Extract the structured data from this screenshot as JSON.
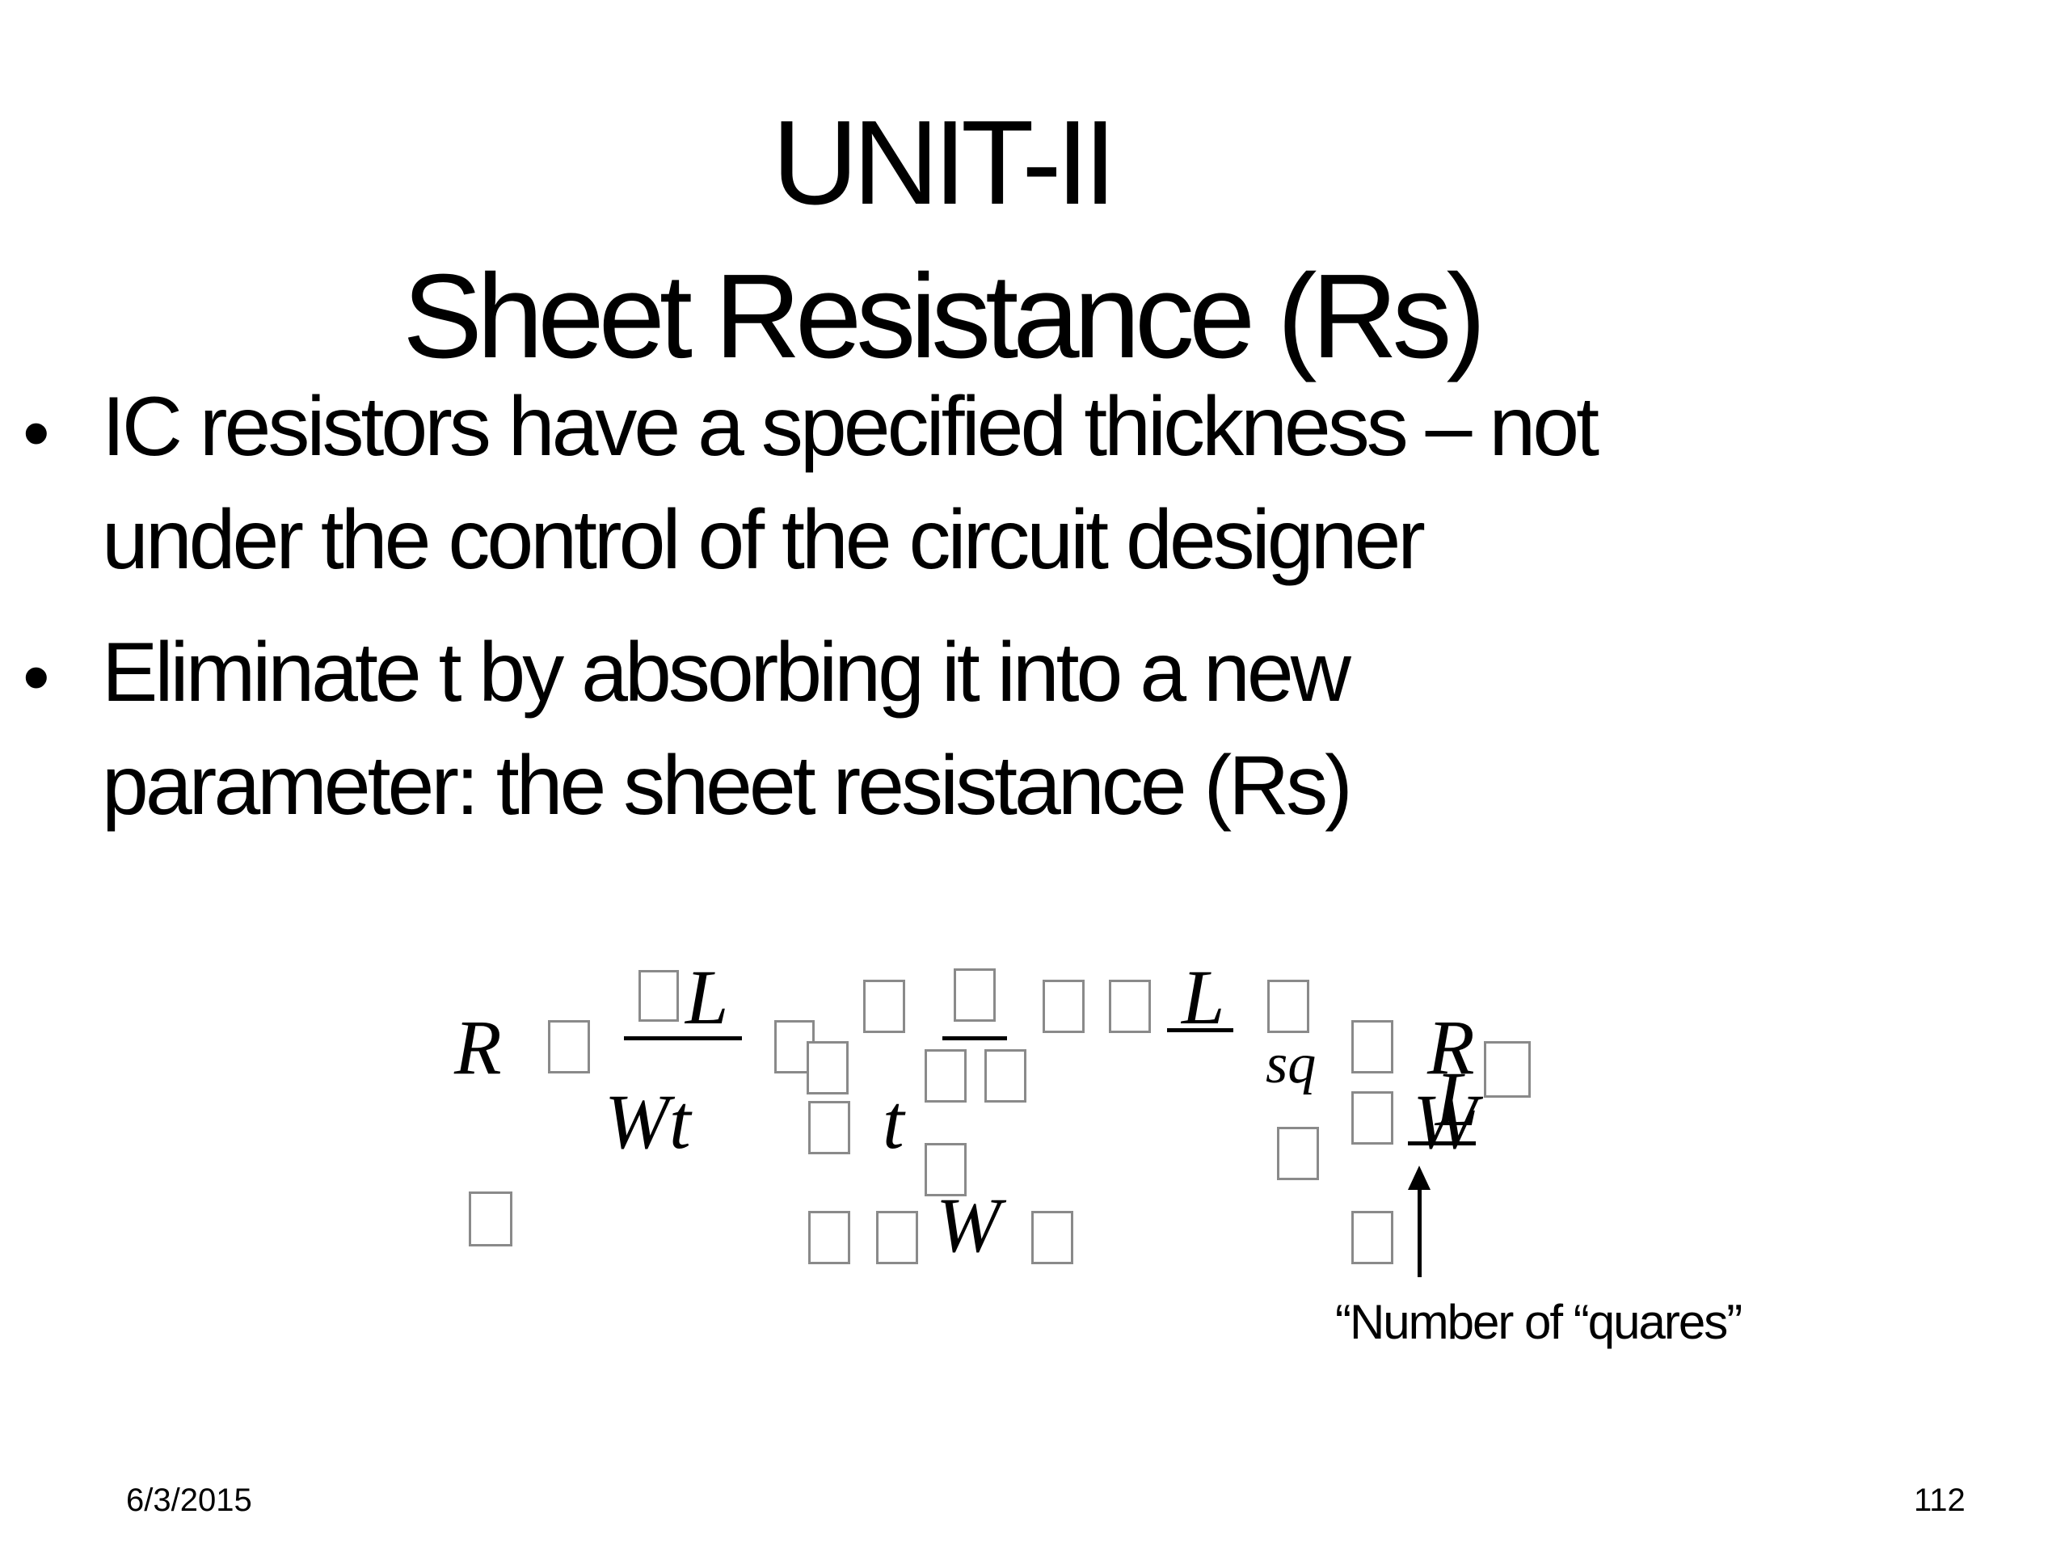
{
  "title": {
    "line1": "UNIT-II",
    "line2": "Sheet Resistance (Rs)"
  },
  "bullets": [
    {
      "marker": "•",
      "lines": [
        "IC resistors have a specified thickness – not",
        "under the control of the circuit designer"
      ]
    },
    {
      "marker": "•",
      "lines": [
        "Eliminate t  by absorbing it into a new",
        "parameter:  the sheet resistance (Rs)"
      ]
    }
  ],
  "equation": {
    "R": "R",
    "L_first": "L",
    "Wt": "Wt",
    "t": "t",
    "W": "W",
    "L_second": "L",
    "sq": "sq",
    "R_right": "R",
    "L_right": "L",
    "W_right": "W"
  },
  "annotation": "“Number of “quares”",
  "footer": {
    "date": "6/3/2015",
    "page": "112"
  }
}
